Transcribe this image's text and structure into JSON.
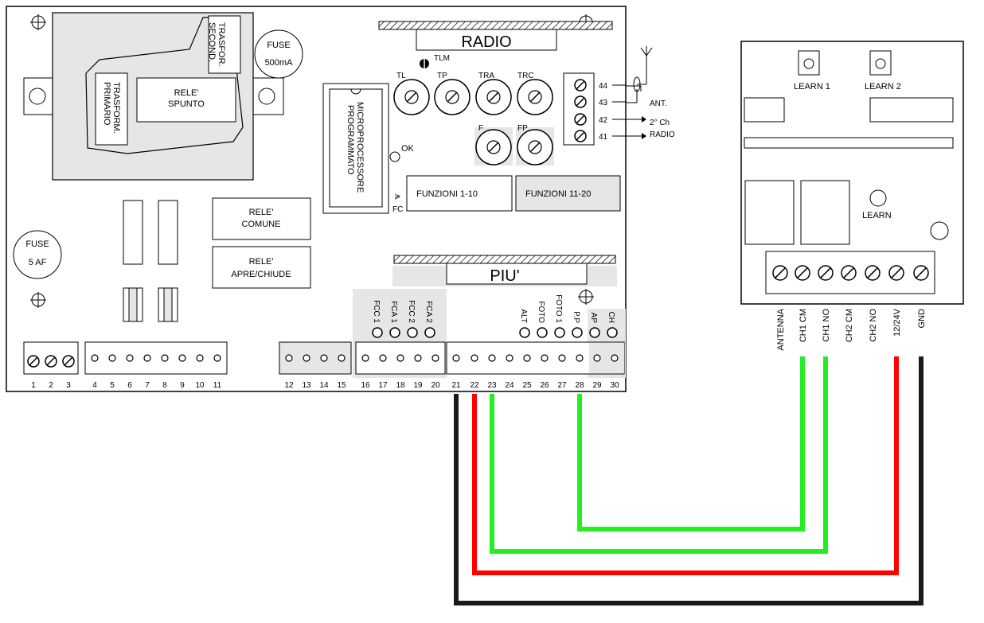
{
  "controller": {
    "radio_title": "RADIO",
    "piu_title": "PIU'",
    "fuse_top": [
      "FUSE",
      "500mA"
    ],
    "fuse_left": [
      "FUSE",
      "5  AF"
    ],
    "trasformer_secondary": [
      "TRASFOR.",
      "SECOND."
    ],
    "trasformer_primary": [
      "TRASFORM.",
      "PRIMARIO"
    ],
    "rele_spunto": [
      "RELE'",
      "SPUNTO"
    ],
    "rele_comune": [
      "RELE'",
      "COMUNE"
    ],
    "rele_apre": [
      "RELE'",
      "APRE/CHIUDE"
    ],
    "microprocessor": [
      "MICROPROCESSORE",
      "PROGRAMMATO"
    ],
    "ok_label": "OK",
    "fc_label": "FC",
    "tlm_label": "TLM",
    "trimmers": [
      "TL",
      "TP",
      "TRA",
      "TRC",
      "F",
      "FP"
    ],
    "funzioni_a": "FUNZIONI  1-10",
    "funzioni_b": "FUNZIONI  11-20",
    "antenna_terminals": [
      "44",
      "43",
      "42",
      "41"
    ],
    "antenna_notes": [
      "ANT.",
      "2° Ch",
      "RADIO"
    ],
    "leds_a": [
      "FCC  1",
      "FCA  1",
      "FCC  2",
      "FCA  2"
    ],
    "leds_b": [
      "ALT",
      "FOTO",
      "FOTO 1",
      "P.P",
      "AP",
      "CH"
    ],
    "terminal_numbers": [
      "1",
      "2",
      "3",
      "4",
      "5",
      "6",
      "7",
      "8",
      "9",
      "10",
      "11",
      "12",
      "13",
      "14",
      "15",
      "16",
      "17",
      "18",
      "19",
      "20",
      "21",
      "22",
      "23",
      "24",
      "25",
      "26",
      "27",
      "28",
      "29",
      "30"
    ]
  },
  "receiver": {
    "learn1": "LEARN 1",
    "learn2": "LEARN 2",
    "learn": "LEARN",
    "terminal_labels": [
      "ANTENNA",
      "CH1 CM",
      "CH1 NO",
      "CH2 CM",
      "CH2 NO",
      "12/24V",
      "GND"
    ]
  },
  "wires": [
    {
      "from": "21",
      "to": "GND",
      "color": "#1a1a1a"
    },
    {
      "from": "22",
      "to": "12/24V",
      "color": "#ff0000"
    },
    {
      "from": "23",
      "to": "CH1 NO",
      "color": "#22ee22"
    },
    {
      "from": "28",
      "to": "CH1 CM",
      "color": "#22ee22"
    }
  ]
}
